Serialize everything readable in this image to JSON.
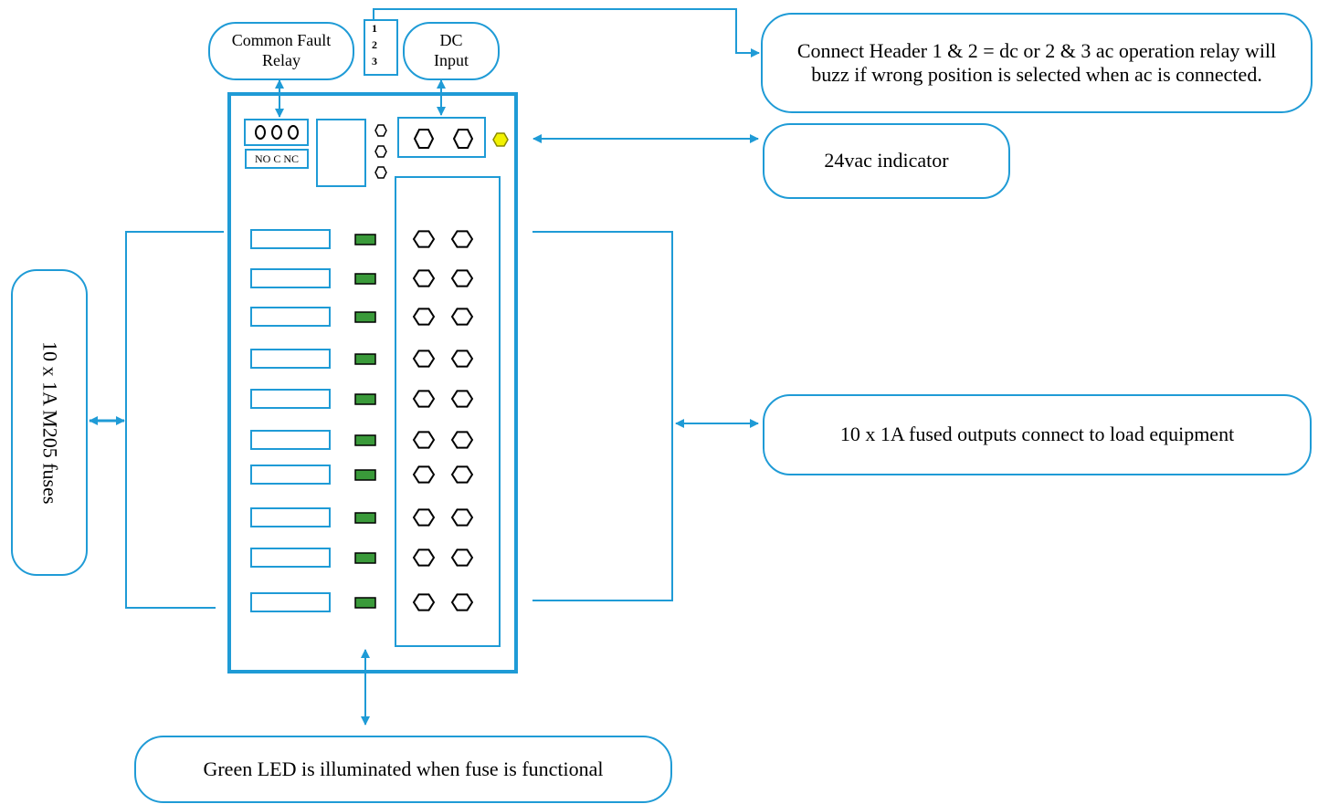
{
  "callouts": {
    "common_fault_relay": "Common Fault Relay",
    "dc_input": "DC Input",
    "header_note": "Connect Header  1 & 2 = dc or 2 & 3 ac operation relay will buzz if  wrong position is selected when ac is connected.",
    "indicator_24vac": "24vac indicator",
    "fused_outputs": "10 x 1A fused outputs connect to load equipment",
    "green_led": "Green LED is illuminated when fuse is functional",
    "fuses": "10 x 1A M205 fuses"
  },
  "header_pins": [
    "1",
    "2",
    "3"
  ],
  "relay_terminals": "NO C NC",
  "channels": 10,
  "colors": {
    "accent": "#1f9bd6",
    "led_green": "#3a9a3a",
    "indicator_yellow": "#f2f200"
  }
}
